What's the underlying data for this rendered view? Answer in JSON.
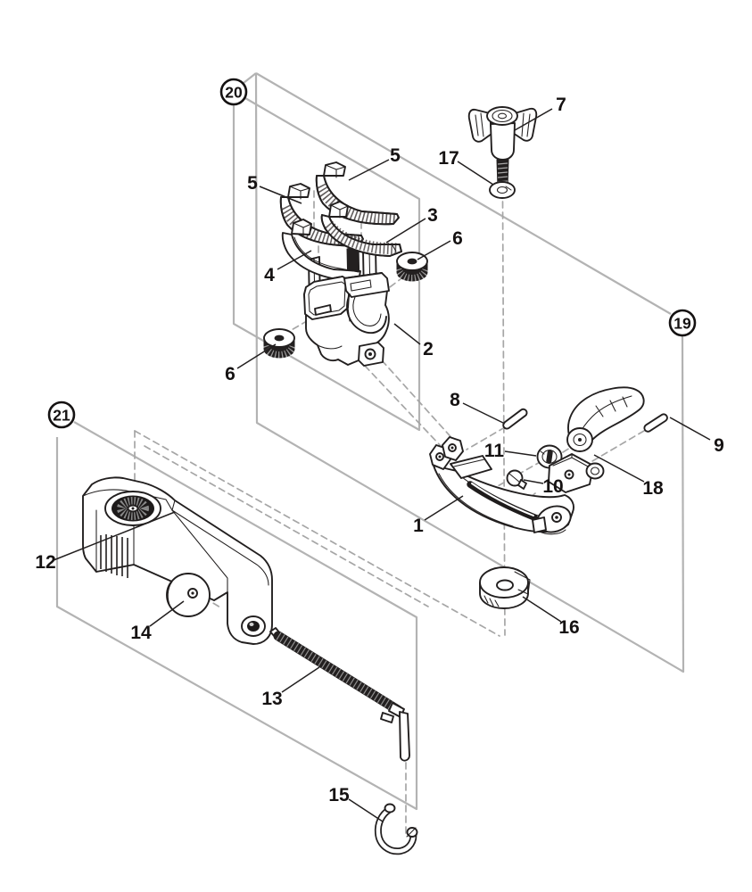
{
  "diagram": {
    "background": "#ffffff",
    "line_color": "#221f1f",
    "zone_box_color": "#b3b3b3",
    "hidden_line_color": "#a6a6a6",
    "group_callouts": {
      "g19": "19",
      "g20": "20",
      "g21": "21"
    },
    "part_labels": {
      "p1": "1",
      "p2": "2",
      "p3": "3",
      "p4": "4",
      "p5a": "5",
      "p5b": "5",
      "p6a": "6",
      "p6b": "6",
      "p7": "7",
      "p8": "8",
      "p9": "9",
      "p10": "10",
      "p11": "11",
      "p12": "12",
      "p13": "13",
      "p14": "14",
      "p15": "15",
      "p16": "16",
      "p17": "17",
      "p18": "18"
    }
  }
}
